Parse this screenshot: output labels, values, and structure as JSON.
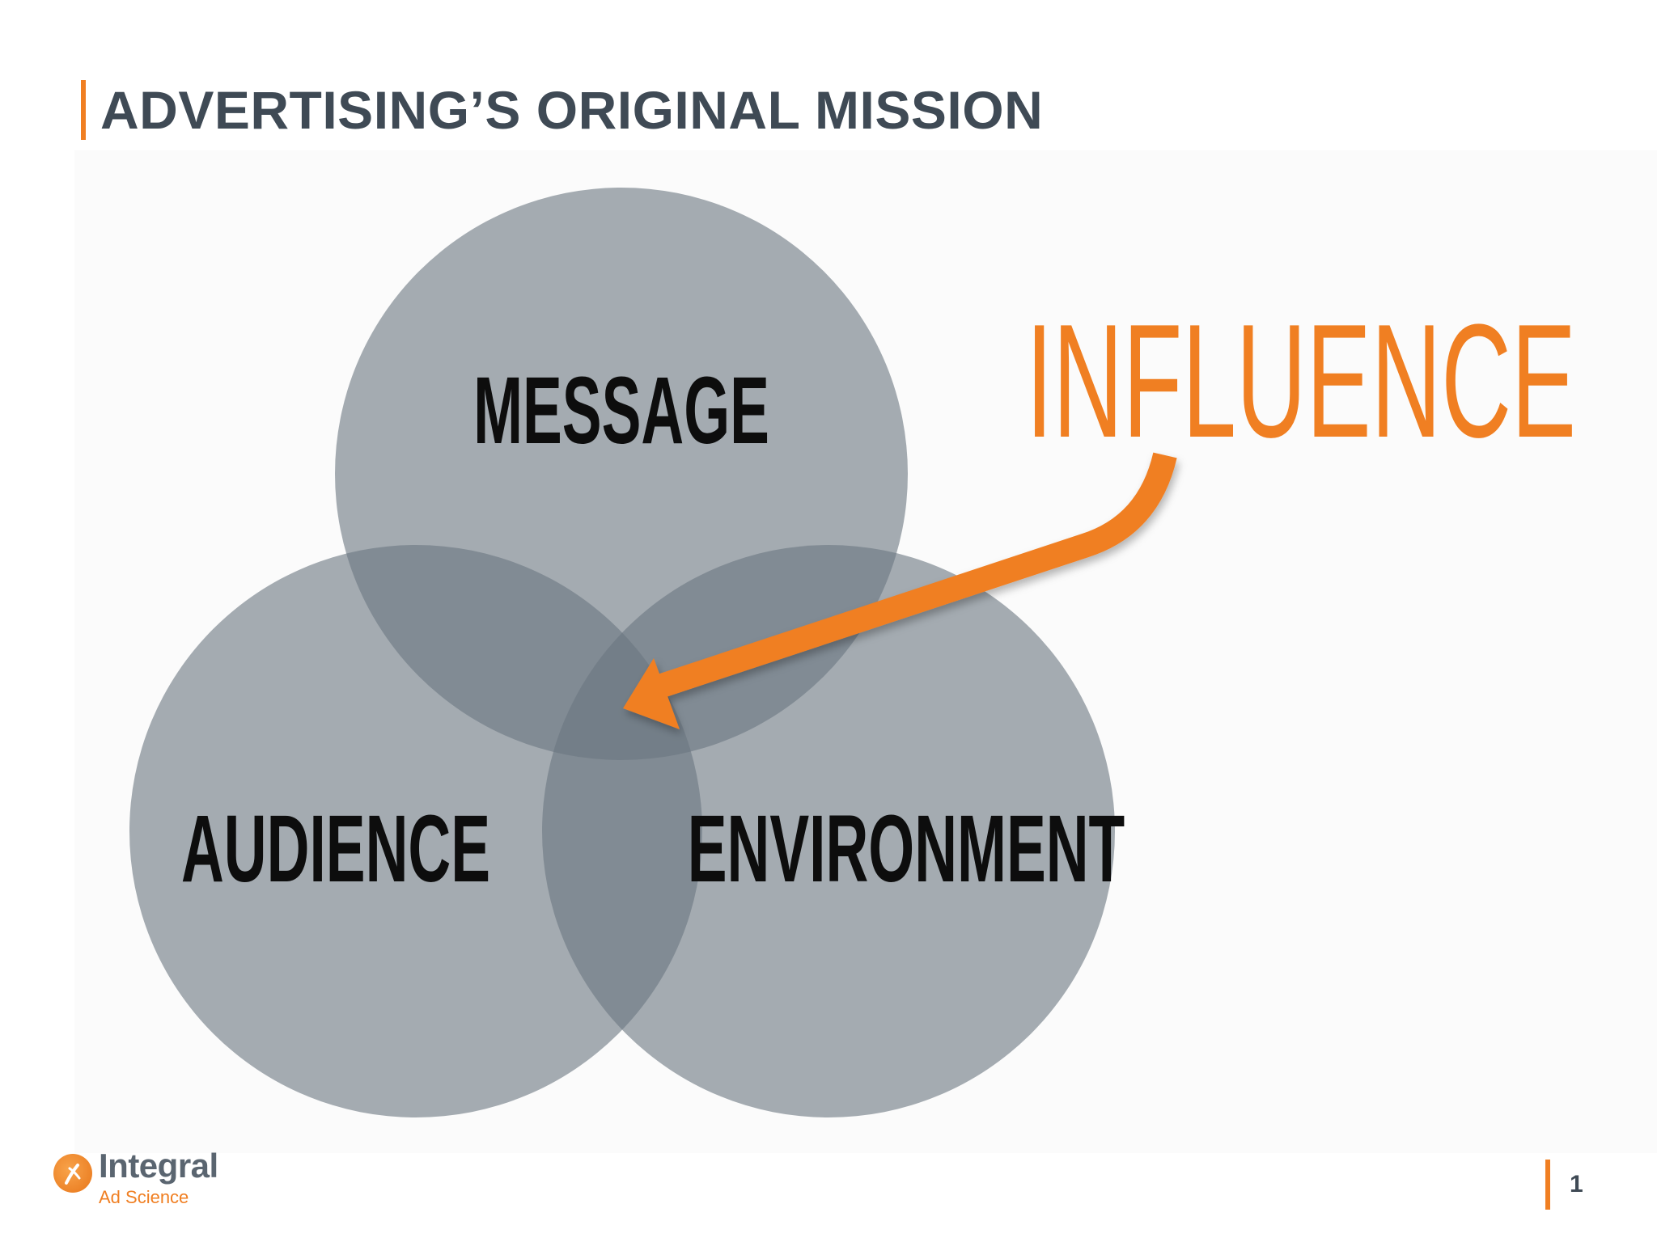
{
  "slide": {
    "title": "ADVERTISING’S ORIGINAL MISSION",
    "page_number": "1"
  },
  "diagram": {
    "circles": [
      {
        "label": "MESSAGE"
      },
      {
        "label": "AUDIENCE"
      },
      {
        "label": "ENVIRONMENT"
      }
    ],
    "callout": "INFLUENCE"
  },
  "logo": {
    "name": "Integral",
    "sub": "Ad Science"
  },
  "colors": {
    "accent": "#f07f22",
    "circle": "#6b7780",
    "title": "#3f4a55",
    "circle_label": "#0d0d0d"
  }
}
